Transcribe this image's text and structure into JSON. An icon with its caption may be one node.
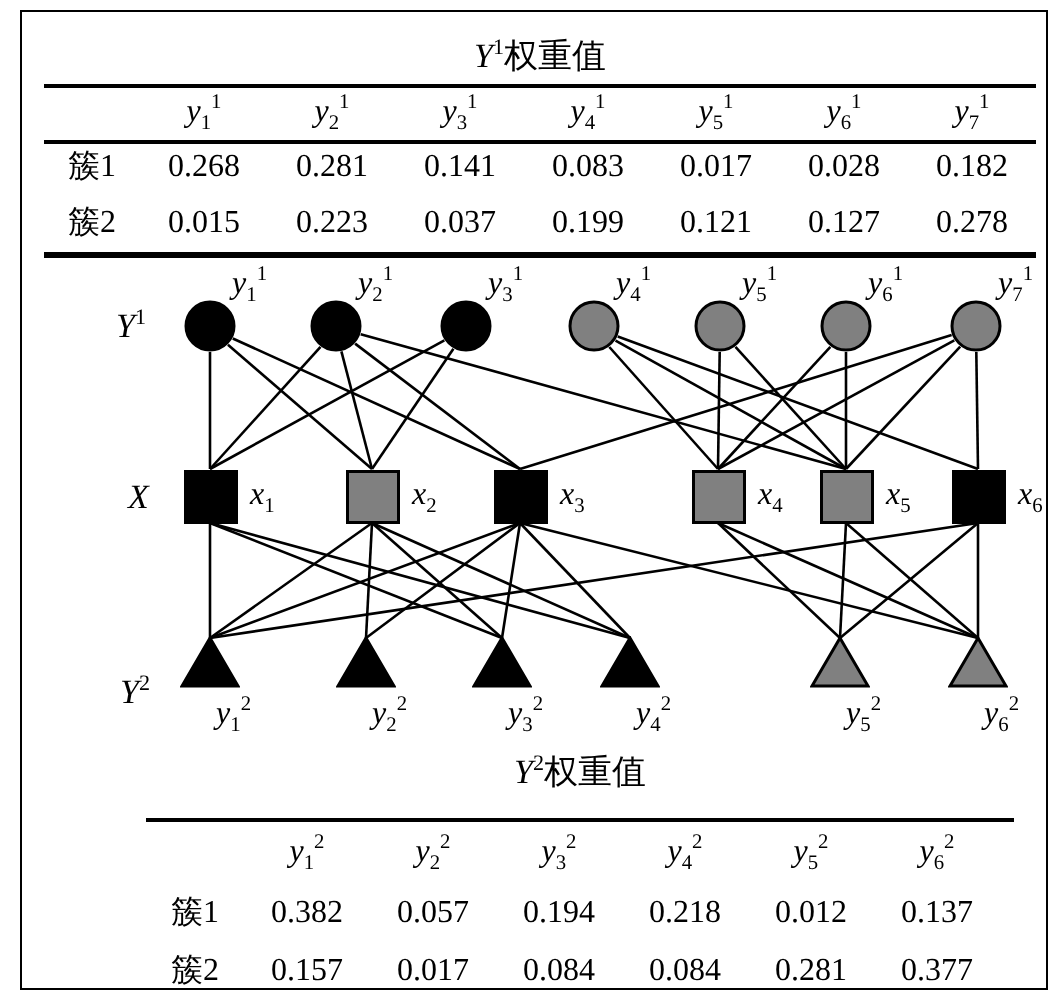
{
  "diagram": {
    "nodes": [
      {
        "text": [],
        "shape": "circle",
        "beside": [
          "*y*$_{1}$$^{1}$"
        ]
      },
      {
        "text": [],
        "shape": "circle",
        "beside": [
          "*y*$_{2}$$^{1}$"
        ]
      },
      {
        "text": [],
        "shape": "circle",
        "beside": [
          "*y*$_{3}$$^{1}$"
        ]
      },
      {
        "text": [],
        "shape": "circle",
        "beside": [
          "*y*$_{4}$$^{1}$"
        ]
      },
      {
        "text": [],
        "shape": "circle",
        "beside": [
          "*y*$_{5}$$^{1}$"
        ]
      },
      {
        "text": [],
        "shape": "circle",
        "beside": [
          "*y*$_{6}$$^{1}$"
        ]
      },
      {
        "text": [],
        "shape": "circle",
        "beside": [
          "*y*$_{7}$$^{1}$"
        ]
      },
      {
        "text": [],
        "shape": "box",
        "beside": [
          "*x*$_{1}$"
        ]
      },
      {
        "text": [],
        "shape": "box",
        "beside": [
          "*x*$_{2}$"
        ]
      },
      {
        "text": [],
        "shape": "box",
        "beside": [
          "*x*$_{3}$"
        ]
      },
      {
        "text": [],
        "shape": "box",
        "beside": [
          "*x*$_{4}$"
        ]
      },
      {
        "text": [],
        "shape": "box",
        "beside": [
          "*x*$_{5}$"
        ]
      },
      {
        "text": [],
        "shape": "box",
        "beside": [
          "*x*$_{6}$"
        ]
      },
      {
        "text": [],
        "shape": "triangle",
        "beside": [
          "*y*$_{1}$$^{2}$"
        ]
      },
      {
        "text": [],
        "shape": "triangle",
        "beside": [
          "*y*$_{2}$$^{2}$"
        ]
      },
      {
        "text": [],
        "shape": "triangle",
        "beside": [
          "*y*$_{3}$$^{2}$"
        ]
      },
      {
        "text": [],
        "shape": "triangle",
        "beside": [
          "*y*$_{4}$$^{2}$"
        ]
      },
      {
        "text": [],
        "shape": "triangle",
        "beside": [
          "*y*$_{5}$$^{2}$"
        ]
      },
      {
        "text": [],
        "shape": "triangle",
        "beside": [
          "*y*$_{6}$$^{2}$"
        ]
      }
    ],
    "edges": [
      {
        "from": 0,
        "to": 7,
        "arrow": "none"
      },
      {
        "from": 0,
        "to": 8,
        "arrow": "none"
      },
      {
        "from": 0,
        "to": 9,
        "arrow": "none"
      },
      {
        "from": 1,
        "to": 7,
        "arrow": "none"
      },
      {
        "from": 1,
        "to": 8,
        "arrow": "none"
      },
      {
        "from": 1,
        "to": 9,
        "arrow": "none"
      },
      {
        "from": 1,
        "to": 11,
        "arrow": "none"
      },
      {
        "from": 2,
        "to": 7,
        "arrow": "none"
      },
      {
        "from": 2,
        "to": 8,
        "arrow": "none"
      },
      {
        "from": 3,
        "to": 10,
        "arrow": "none"
      },
      {
        "from": 3,
        "to": 11,
        "arrow": "none"
      },
      {
        "from": 3,
        "to": 12,
        "arrow": "none"
      },
      {
        "from": 4,
        "to": 10,
        "arrow": "none"
      },
      {
        "from": 4,
        "to": 11,
        "arrow": "none"
      },
      {
        "from": 5,
        "to": 10,
        "arrow": "none"
      },
      {
        "from": 5,
        "to": 11,
        "arrow": "none"
      },
      {
        "from": 6,
        "to": 9,
        "arrow": "none"
      },
      {
        "from": 6,
        "to": 10,
        "arrow": "none"
      },
      {
        "from": 6,
        "to": 11,
        "arrow": "none"
      },
      {
        "from": 6,
        "to": 12,
        "arrow": "none"
      },
      {
        "from": 7,
        "to": 13,
        "arrow": "none"
      },
      {
        "from": 7,
        "to": 15,
        "arrow": "none"
      },
      {
        "from": 7,
        "to": 16,
        "arrow": "none"
      },
      {
        "from": 8,
        "to": 13,
        "arrow": "none"
      },
      {
        "from": 8,
        "to": 14,
        "arrow": "none"
      },
      {
        "from": 8,
        "to": 15,
        "arrow": "none"
      },
      {
        "from": 8,
        "to": 16,
        "arrow": "none"
      },
      {
        "from": 9,
        "to": 13,
        "arrow": "none"
      },
      {
        "from": 9,
        "to": 14,
        "arrow": "none"
      },
      {
        "from": 9,
        "to": 15,
        "arrow": "none"
      },
      {
        "from": 9,
        "to": 16,
        "arrow": "none"
      },
      {
        "from": 9,
        "to": 18,
        "arrow": "none"
      },
      {
        "from": 10,
        "to": 17,
        "arrow": "none"
      },
      {
        "from": 10,
        "to": 18,
        "arrow": "none"
      },
      {
        "from": 11,
        "to": 17,
        "arrow": "none"
      },
      {
        "from": 11,
        "to": 18,
        "arrow": "none"
      },
      {
        "from": 12,
        "to": 13,
        "arrow": "none"
      },
      {
        "from": 12,
        "to": 17,
        "arrow": "none"
      },
      {
        "from": 12,
        "to": 18,
        "arrow": "none"
      }
    ],
    "labels": [
      "*Y*$^{1}$权重值",
      "*y*$_{1}$$^{1}$",
      "*y*$_{2}$$^{1}$",
      "*y*$_{3}$$^{1}$",
      "*y*$_{4}$$^{1}$",
      "*y*$_{5}$$^{1}$",
      "*y*$_{6}$$^{1}$",
      "*y*$_{7}$$^{1}$",
      "簇1",
      "0.268",
      "0.281",
      "0.141",
      "0.083",
      "0.017",
      "0.028",
      "0.182",
      "簇2",
      "0.015",
      "0.223",
      "0.037",
      "0.199",
      "0.121",
      "0.127",
      "0.278",
      "*Y*$^{1}$",
      "*X*",
      "*Y*$^{2}$",
      "*Y*$^{2}$权重值",
      "*y*$_{1}$$^{2}$",
      "*y*$_{2}$$^{2}$",
      "*y*$_{3}$$^{2}$",
      "*y*$_{4}$$^{2}$",
      "*y*$_{5}$$^{2}$",
      "*y*$_{6}$$^{2}$",
      "簇1",
      "0.382",
      "0.057",
      "0.194",
      "0.218",
      "0.012",
      "0.137",
      "簇2",
      "0.157",
      "0.017",
      "0.084",
      "0.084",
      "0.281",
      "0.377"
    ]
  }
}
